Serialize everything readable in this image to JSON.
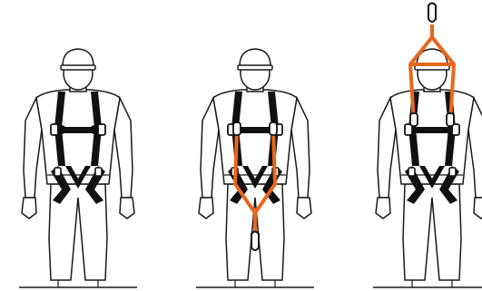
{
  "illustration": {
    "figures": [
      {
        "id": "standard-harness",
        "lanyard": "none"
      },
      {
        "id": "front-lanyard",
        "lanyard": "front-y-lanyard-with-bottom-hook"
      },
      {
        "id": "overhead-spreader",
        "lanyard": "overhead-spreader-bar-with-top-hook"
      }
    ],
    "colors": {
      "outline": "#1a1a1a",
      "harness_webbing": "#111111",
      "lanyard": "#e8671c",
      "background": "#ffffff",
      "figure_fill": "#ffffff"
    },
    "icons": [
      "hard-hat-icon",
      "carabiner-icon",
      "d-ring-icon",
      "buckle-icon"
    ]
  }
}
